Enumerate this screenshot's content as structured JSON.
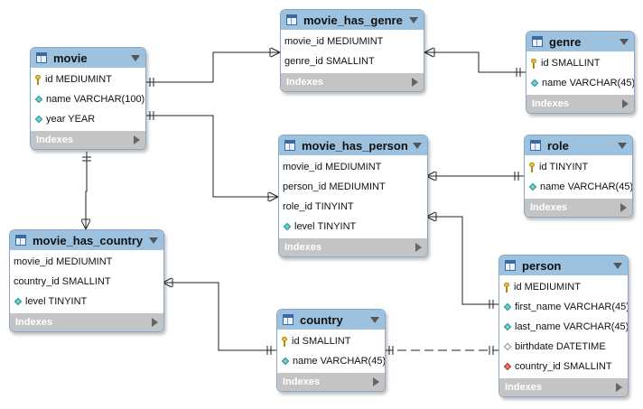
{
  "tables": {
    "movie": {
      "title": "movie",
      "indexes_label": "Indexes",
      "columns": [
        {
          "label": "id MEDIUMINT",
          "icon": "primary-key-icon"
        },
        {
          "label": "name VARCHAR(100)",
          "icon": "column-diamond-icon"
        },
        {
          "label": "year YEAR",
          "icon": "column-diamond-icon"
        }
      ]
    },
    "movie_has_genre": {
      "title": "movie_has_genre",
      "indexes_label": "Indexes",
      "columns": [
        {
          "label": "movie_id MEDIUMINT",
          "icon": ""
        },
        {
          "label": "genre_id SMALLINT",
          "icon": ""
        }
      ]
    },
    "genre": {
      "title": "genre",
      "indexes_label": "Indexes",
      "columns": [
        {
          "label": "id SMALLINT",
          "icon": "primary-key-icon"
        },
        {
          "label": "name VARCHAR(45)",
          "icon": "column-diamond-icon"
        }
      ]
    },
    "movie_has_person": {
      "title": "movie_has_person",
      "indexes_label": "Indexes",
      "columns": [
        {
          "label": "movie_id MEDIUMINT",
          "icon": ""
        },
        {
          "label": "person_id MEDIUMINT",
          "icon": ""
        },
        {
          "label": "role_id TINYINT",
          "icon": ""
        },
        {
          "label": "level TINYINT",
          "icon": "column-diamond-icon"
        }
      ]
    },
    "role": {
      "title": "role",
      "indexes_label": "Indexes",
      "columns": [
        {
          "label": "id TINYINT",
          "icon": "primary-key-icon"
        },
        {
          "label": "name VARCHAR(45)",
          "icon": "column-diamond-icon"
        }
      ]
    },
    "movie_has_country": {
      "title": "movie_has_country",
      "indexes_label": "Indexes",
      "columns": [
        {
          "label": "movie_id MEDIUMINT",
          "icon": ""
        },
        {
          "label": "country_id SMALLINT",
          "icon": ""
        },
        {
          "label": "level TINYINT",
          "icon": "column-diamond-icon"
        }
      ]
    },
    "country": {
      "title": "country",
      "indexes_label": "Indexes",
      "columns": [
        {
          "label": "id SMALLINT",
          "icon": "primary-key-icon"
        },
        {
          "label": "name VARCHAR(45)",
          "icon": "column-diamond-icon"
        }
      ]
    },
    "person": {
      "title": "person",
      "indexes_label": "Indexes",
      "columns": [
        {
          "label": "id MEDIUMINT",
          "icon": "primary-key-icon"
        },
        {
          "label": "first_name VARCHAR(45)",
          "icon": "column-diamond-icon"
        },
        {
          "label": "last_name VARCHAR(45)",
          "icon": "column-diamond-icon"
        },
        {
          "label": "birthdate DATETIME",
          "icon": "nullable-column-diamond-icon"
        },
        {
          "label": "country_id SMALLINT",
          "icon": "foreign-key-diamond-icon"
        }
      ]
    }
  },
  "relationships": [
    {
      "from": "movie",
      "to": "movie_has_genre",
      "style": "identifying"
    },
    {
      "from": "genre",
      "to": "movie_has_genre",
      "style": "identifying"
    },
    {
      "from": "movie",
      "to": "movie_has_person",
      "style": "identifying"
    },
    {
      "from": "role",
      "to": "movie_has_person",
      "style": "identifying"
    },
    {
      "from": "person",
      "to": "movie_has_person",
      "style": "identifying"
    },
    {
      "from": "movie",
      "to": "movie_has_country",
      "style": "identifying"
    },
    {
      "from": "country",
      "to": "movie_has_country",
      "style": "identifying"
    },
    {
      "from": "country",
      "to": "person",
      "style": "non-identifying"
    }
  ],
  "colors": {
    "header": "#9dc2e0",
    "footer": "#c4c4c4",
    "border": "#8aa8c4",
    "connector": "#222222",
    "primary_key": "#e8c23a",
    "attribute_diamond": "#6fd0d0",
    "foreign_key_diamond": "#e0786e"
  }
}
